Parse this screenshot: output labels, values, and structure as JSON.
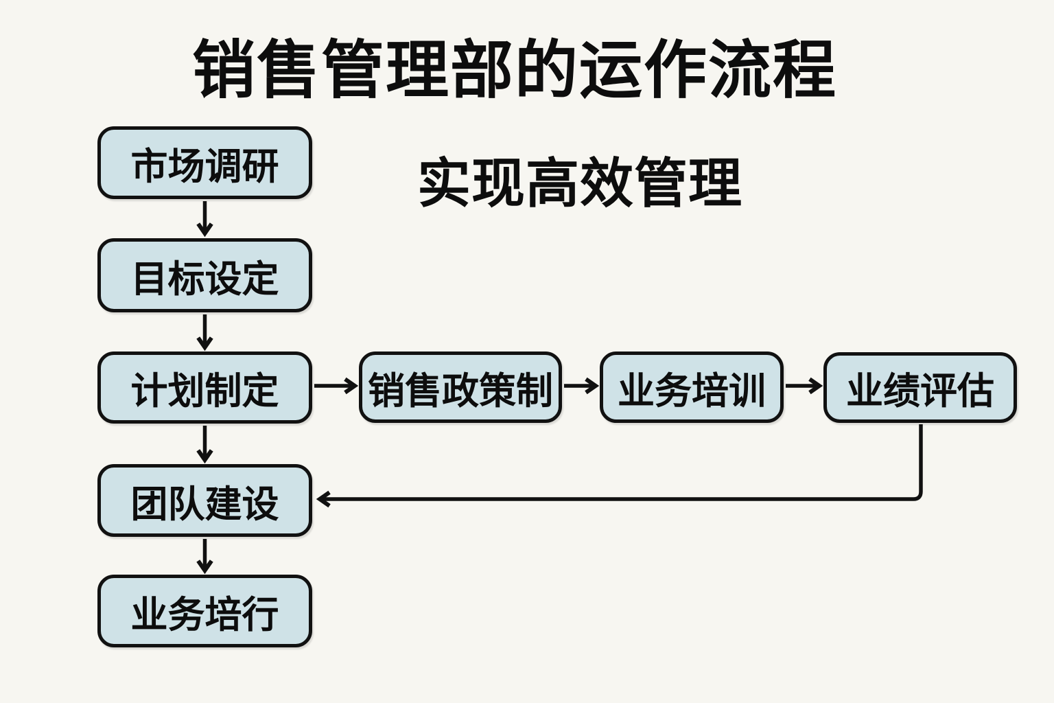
{
  "page": {
    "title": "销售管理部的运作流程",
    "subtitle": "实现高效管理"
  },
  "nodes": {
    "market_research": {
      "label": "市场调研"
    },
    "goal_setting": {
      "label": "目标设定"
    },
    "plan_making": {
      "label": "计划制定"
    },
    "team_building": {
      "label": "团队建设"
    },
    "business_execution": {
      "label": "业务培行"
    },
    "sales_policy": {
      "label": "销售政策制"
    },
    "business_training": {
      "label": "业务培训"
    },
    "performance_eval": {
      "label": "业绩评估"
    }
  },
  "edges": [
    {
      "from": "market_research",
      "to": "goal_setting"
    },
    {
      "from": "goal_setting",
      "to": "plan_making"
    },
    {
      "from": "plan_making",
      "to": "team_building"
    },
    {
      "from": "team_building",
      "to": "business_execution"
    },
    {
      "from": "plan_making",
      "to": "sales_policy"
    },
    {
      "from": "sales_policy",
      "to": "business_training"
    },
    {
      "from": "business_training",
      "to": "performance_eval"
    },
    {
      "from": "performance_eval",
      "to": "team_building"
    }
  ],
  "colors": {
    "background": "#f7f6f1",
    "node_fill": "#cfe2e7",
    "stroke": "#111111",
    "text": "#0d0d0d"
  }
}
